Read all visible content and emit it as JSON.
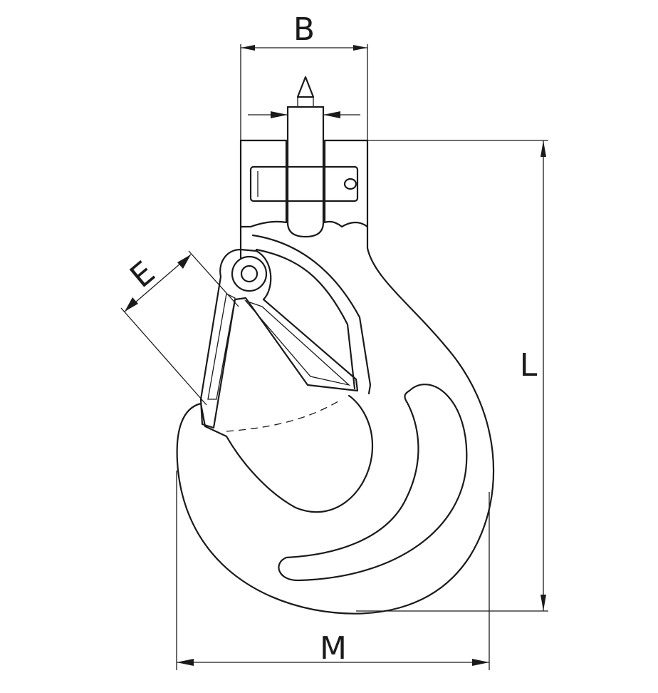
{
  "labels": {
    "width": "B",
    "latch_opening": "E",
    "length": "L",
    "mouth": "M"
  },
  "colors": {
    "line": "#1a1a1a",
    "background": "#ffffff"
  }
}
